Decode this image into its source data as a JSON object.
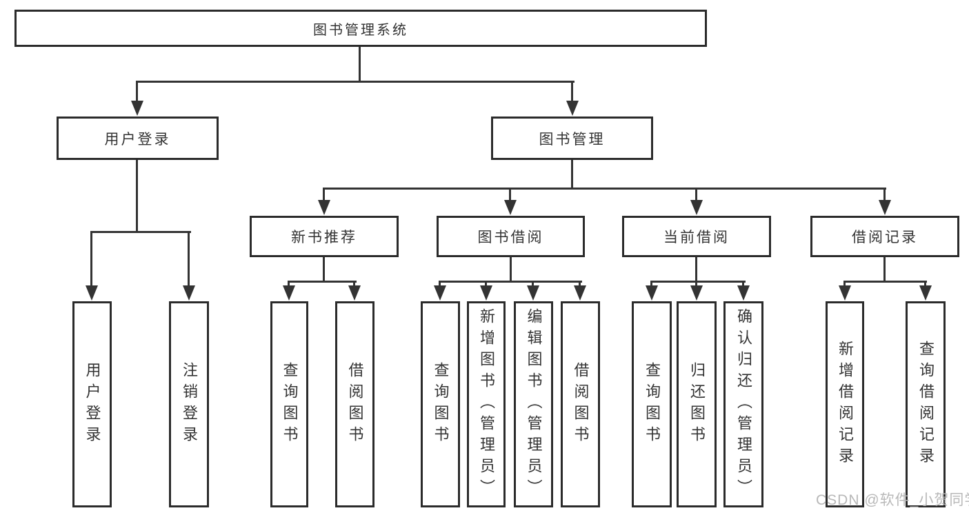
{
  "diagram": {
    "root": {
      "label": "图书管理系统"
    },
    "level2": [
      {
        "label": "用户登录"
      },
      {
        "label": "图书管理"
      }
    ],
    "user_children": [
      {
        "label": "用户登录"
      },
      {
        "label": "注销登录"
      }
    ],
    "categories": [
      {
        "label": "新书推荐",
        "children": [
          {
            "label": "查询图书"
          },
          {
            "label": "借阅图书"
          }
        ]
      },
      {
        "label": "图书借阅",
        "children": [
          {
            "label": "查询图书"
          },
          {
            "label": "新增图书（管理员）"
          },
          {
            "label": "编辑图书（管理员）"
          },
          {
            "label": "借阅图书"
          }
        ]
      },
      {
        "label": "当前借阅",
        "children": [
          {
            "label": "查询图书"
          },
          {
            "label": "归还图书"
          },
          {
            "label": "确认归还（管理员）"
          }
        ]
      },
      {
        "label": "借阅记录",
        "children": [
          {
            "label": "新增借阅记录"
          },
          {
            "label": "查询借阅记录"
          }
        ]
      }
    ],
    "colors": {
      "line": "#333333",
      "border": "#2b2b2b",
      "text": "#333333",
      "background": "#ffffff"
    }
  },
  "watermark": {
    "text": "CSDN @软件_小贺同学",
    "color": "#b8b8b8"
  }
}
